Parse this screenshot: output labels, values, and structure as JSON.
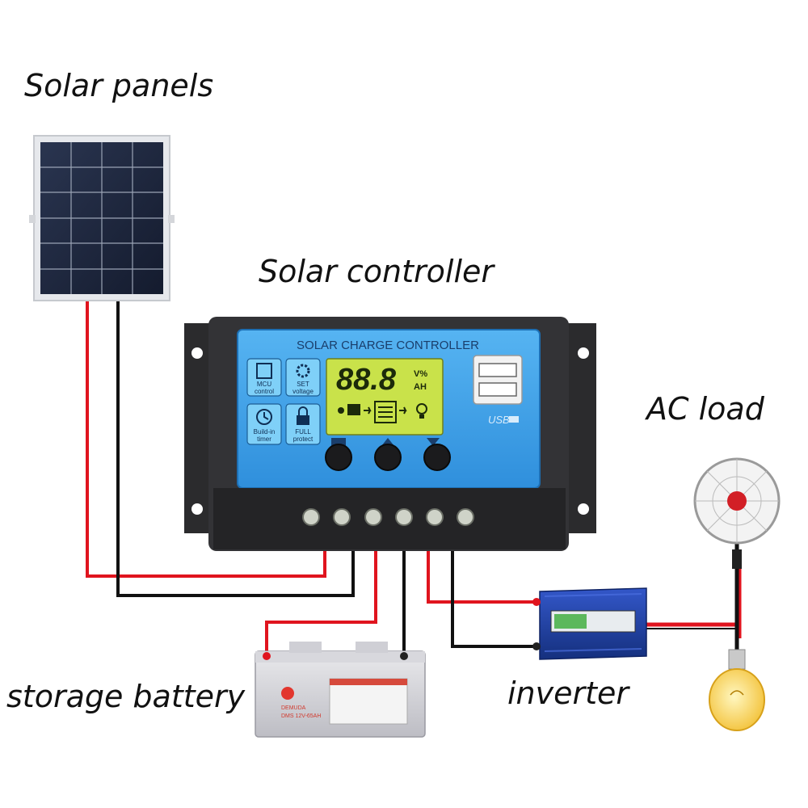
{
  "labels": {
    "solar_panels": "Solar panels",
    "solar_controller": "Solar controller",
    "ac_load": "AC load",
    "storage_battery": "storage battery",
    "inverter": "inverter"
  },
  "controller": {
    "title": "SOLAR CHARGE CONTROLLER",
    "display_digits": "88.8",
    "display_unit_top": "V%",
    "display_unit_bottom": "AH",
    "usb_label": "USB",
    "features": [
      {
        "icon": "mcu-chip-icon",
        "line1": "MCU",
        "line2": "control"
      },
      {
        "icon": "gear-icon",
        "line1": "SET",
        "line2": "voltage"
      },
      {
        "icon": "clock-icon",
        "line1": "Build-in",
        "line2": "timer"
      },
      {
        "icon": "lock-icon",
        "line1": "FULL",
        "line2": "protect"
      }
    ]
  },
  "battery": {
    "brand": "DEMUDA",
    "model": "DMS 12V-65AH"
  },
  "colors": {
    "panel_blue": "#3da0e8",
    "lcd_green": "#c9e24a",
    "wire_red": "#e0141e",
    "wire_black": "#111111",
    "inverter_blue": "#1e3fa8"
  }
}
